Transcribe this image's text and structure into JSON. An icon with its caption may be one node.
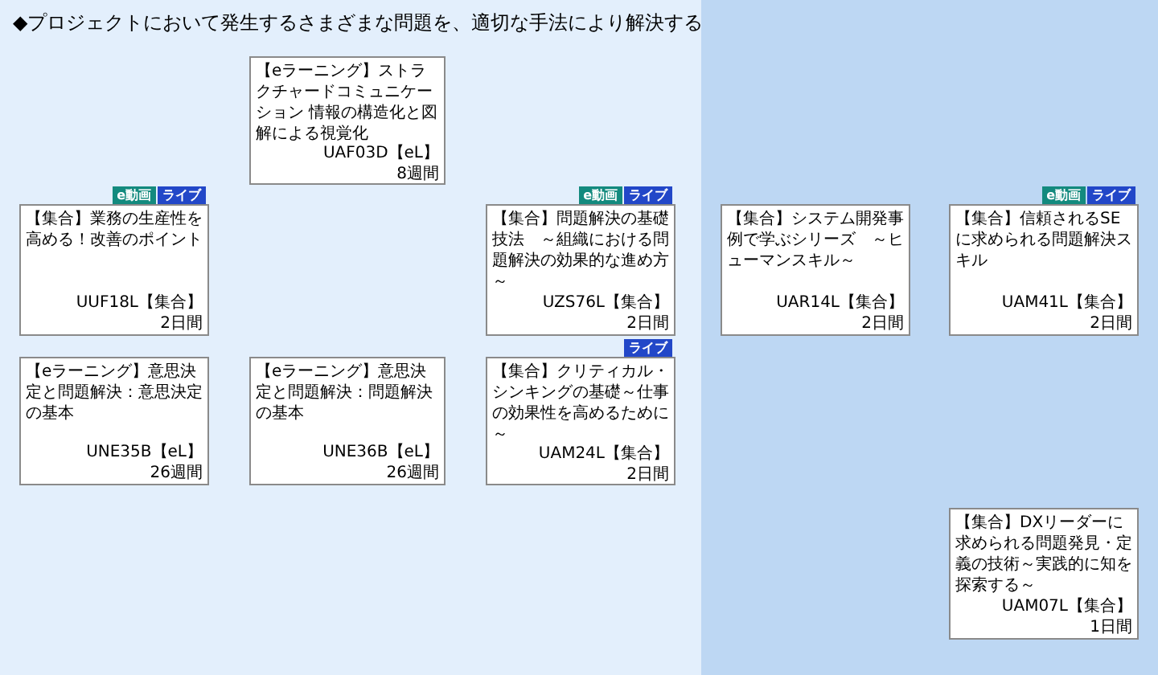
{
  "diagram": {
    "title": "◆プロジェクトにおいて発生するさまざまな問題を、適切な手法により解決する",
    "nodes": [
      {
        "text": [
          "【eラーニング】ストラクチャードコミュニケーション 情報の構造化と図解による視覚化",
          "UAF03D【eL】",
          "8週間"
        ]
      },
      {
        "text": [
          "【集合】業務の生産性を高める！改善のポイント",
          "UUF18L【集合】",
          "2日間"
        ],
        "beside": [
          "e動画",
          "ライブ"
        ]
      },
      {
        "text": [
          "【集合】問題解決の基礎技法　～組織における問題解決の効果的な進め方～",
          "UZS76L【集合】",
          "2日間"
        ],
        "beside": [
          "e動画",
          "ライブ"
        ]
      },
      {
        "text": [
          "【集合】システム開発事例で学ぶシリーズ　～ヒューマンスキル～",
          "UAR14L【集合】",
          "2日間"
        ]
      },
      {
        "text": [
          "【集合】信頼されるSEに求められる問題解決スキル",
          "UAM41L【集合】",
          "2日間"
        ],
        "beside": [
          "e動画",
          "ライブ"
        ]
      },
      {
        "text": [
          "【eラーニング】意思決定と問題解決：意思決定の基本",
          "UNE35B【eL】",
          "26週間"
        ]
      },
      {
        "text": [
          "【eラーニング】意思決定と問題解決：問題解決の基本",
          "UNE36B【eL】",
          "26週間"
        ]
      },
      {
        "text": [
          "【集合】クリティカル・シンキングの基礎～仕事の効果性を高めるために～",
          "UAM24L【集合】",
          "2日間"
        ],
        "beside": [
          "ライブ"
        ]
      },
      {
        "text": [
          "【集合】DXリーダーに求められる問題発見・定義の技術～実践的に知を探索する～",
          "UAM07L【集合】",
          "1日間"
        ]
      }
    ]
  }
}
